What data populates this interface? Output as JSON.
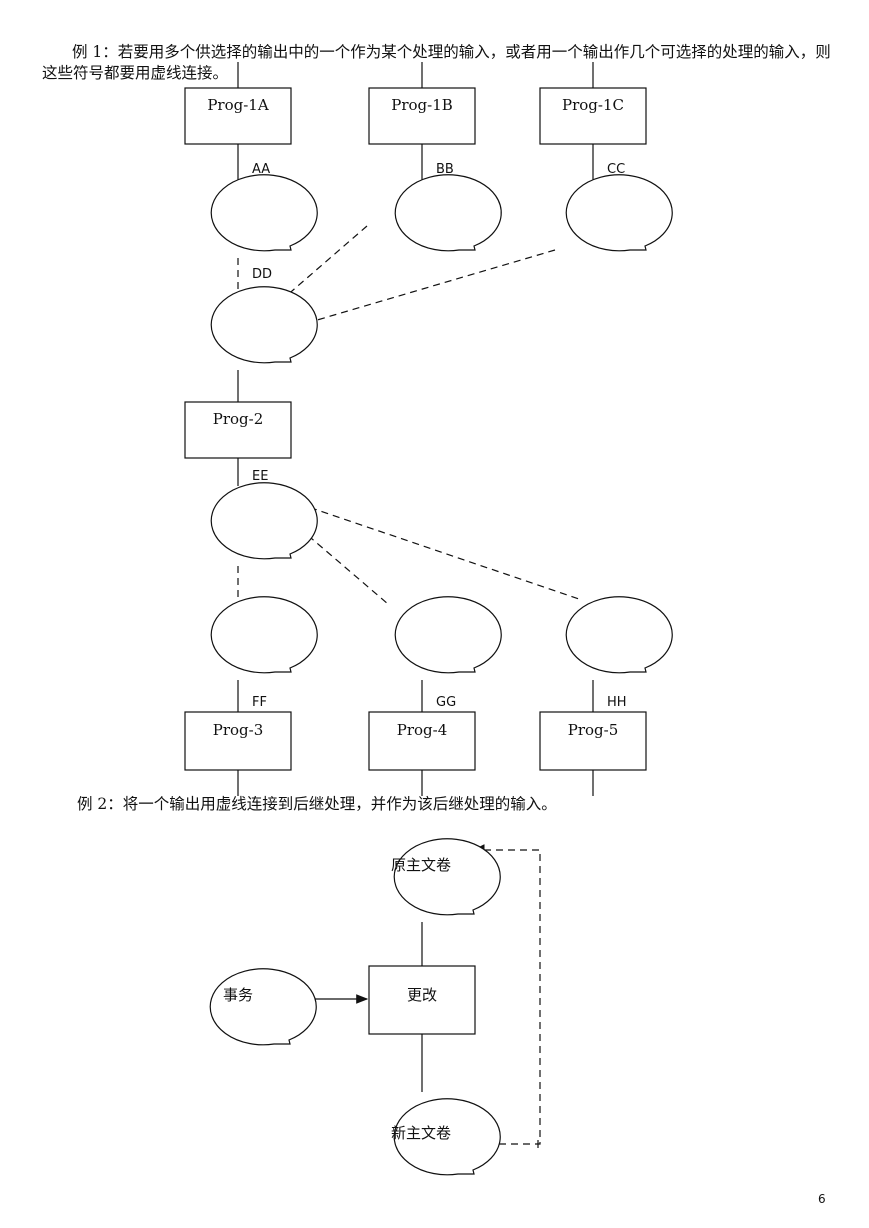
{
  "example1": {
    "text": "例 1：若要用多个供选择的输出中的一个作为某个处理的输入，或者用一个输出作几个可选择的处理的输入，则这些符号都要用虚线连接。",
    "processes": {
      "prog1a": "Prog-1A",
      "prog1b": "Prog-1B",
      "prog1c": "Prog-1C",
      "prog2": "Prog-2",
      "prog3": "Prog-3",
      "prog4": "Prog-4",
      "prog5": "Prog-5"
    },
    "stores": {
      "aa": "AA",
      "bb": "BB",
      "cc": "CC",
      "dd": "DD",
      "ee": "EE",
      "ff": "FF",
      "gg": "GG",
      "hh": "HH"
    }
  },
  "example2": {
    "text": "例 2：将一个输出用虚线连接到后继处理，并作为该后继处理的输入。",
    "old_master": "原主文卷",
    "transaction": "事务",
    "update": "更改",
    "new_master": "新主文卷"
  },
  "page_number": "6"
}
